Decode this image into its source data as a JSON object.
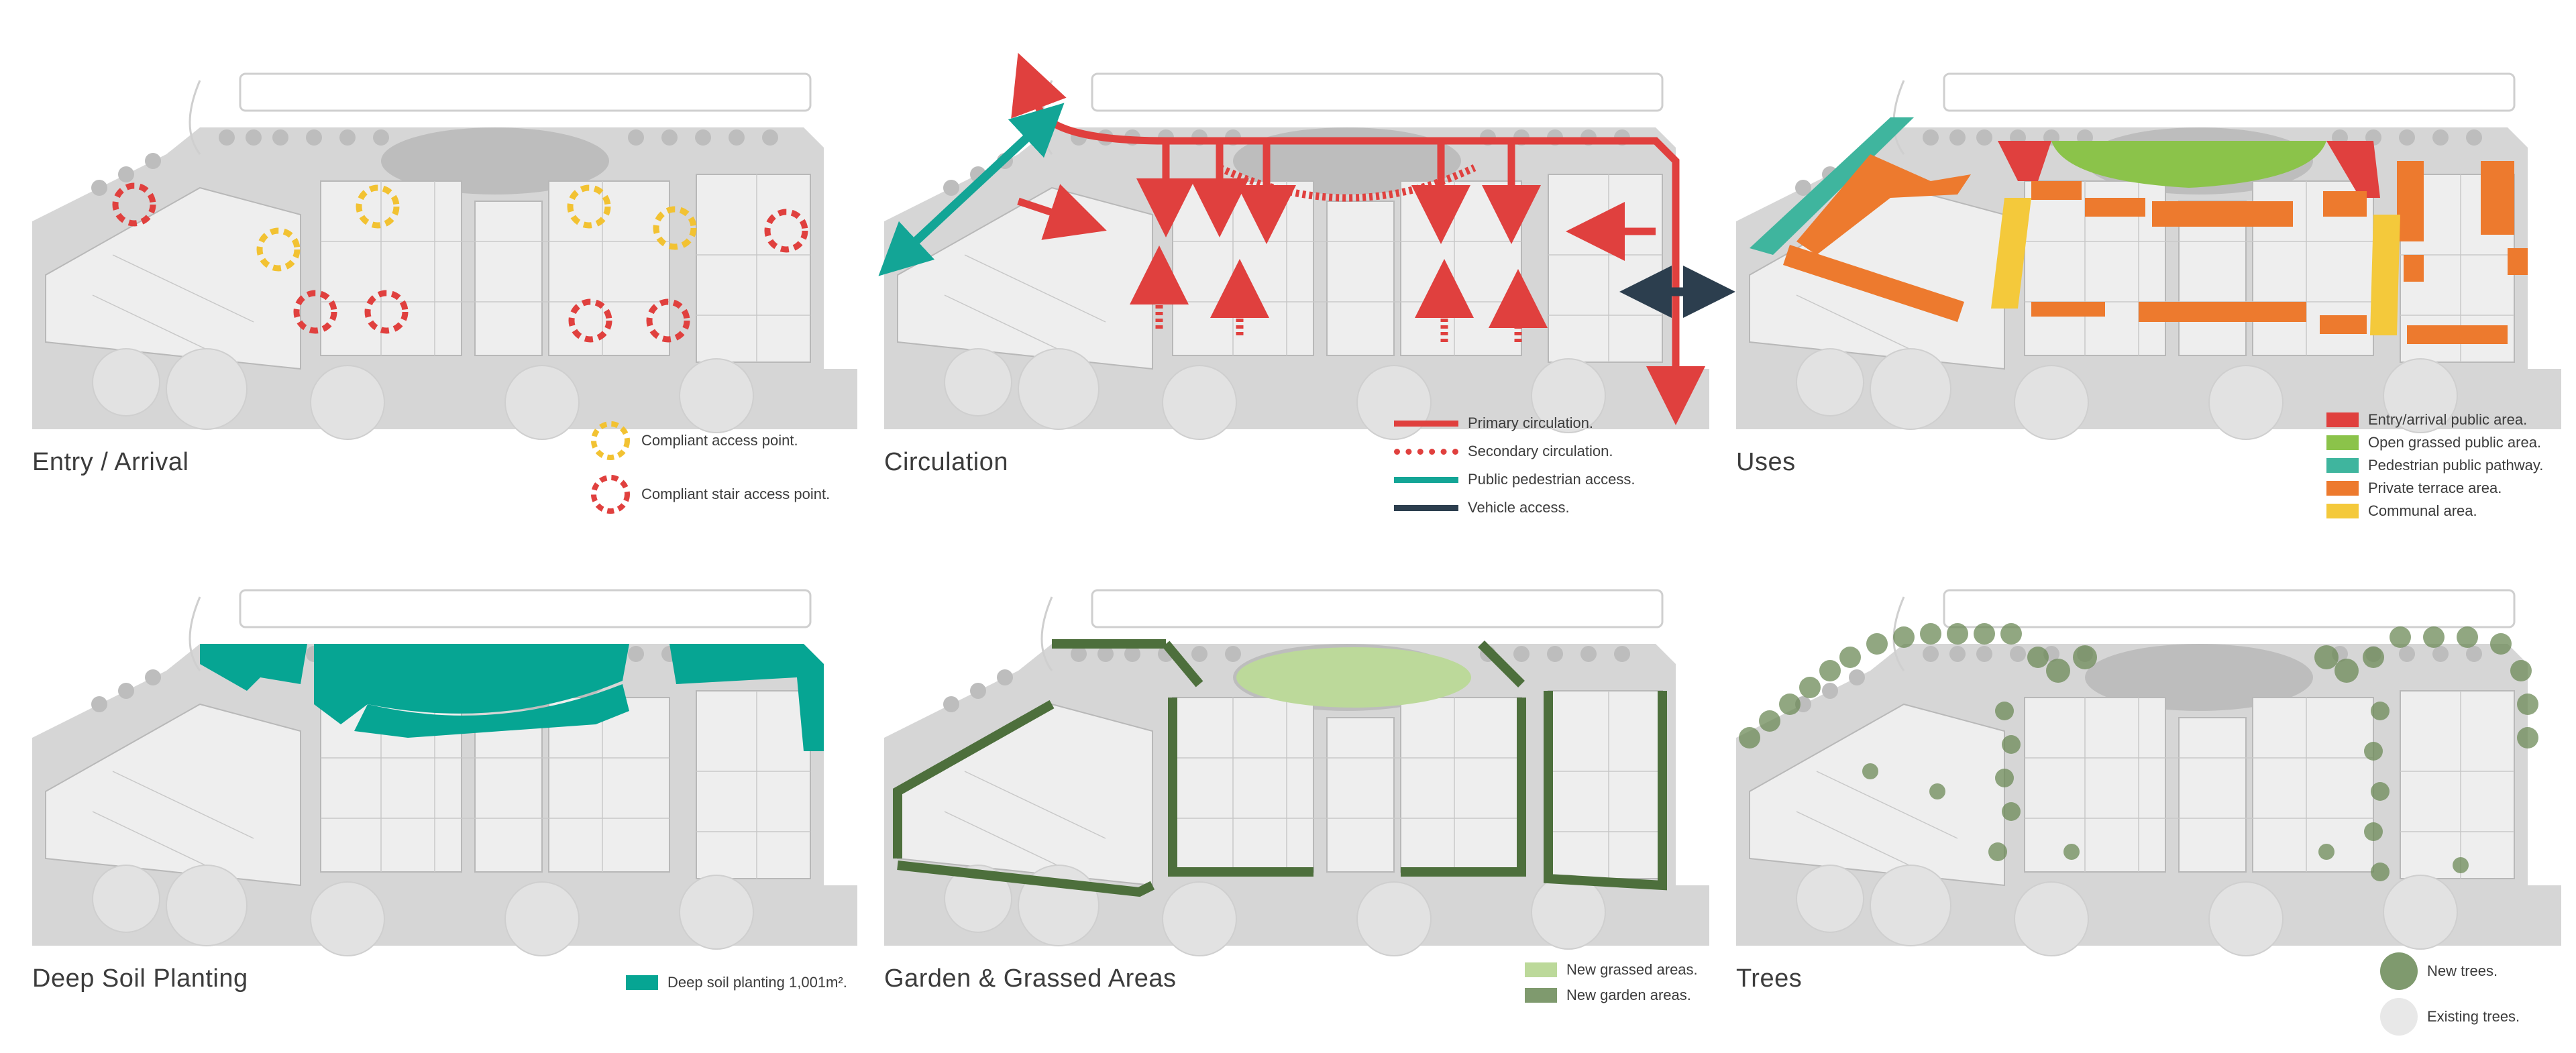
{
  "panels": [
    {
      "key": "entry",
      "title": "Entry / Arrival",
      "legend": [
        {
          "label": "Compliant access point.",
          "symbol": "dashed-circle",
          "color": "#f2c232"
        },
        {
          "label": "Compliant stair access point.",
          "symbol": "dashed-circle",
          "color": "#e0403e"
        }
      ]
    },
    {
      "key": "circulation",
      "title": "Circulation",
      "legend": [
        {
          "label": "Primary circulation.",
          "symbol": "line",
          "color": "#e0403e"
        },
        {
          "label": "Secondary circulation.",
          "symbol": "dotted-line",
          "color": "#e0403e"
        },
        {
          "label": "Public pedestrian access.",
          "symbol": "line",
          "color": "#13a596"
        },
        {
          "label": "Vehicle access.",
          "symbol": "line",
          "color": "#2c3e4e"
        }
      ]
    },
    {
      "key": "uses",
      "title": "Uses",
      "legend": [
        {
          "label": "Entry/arrival public area.",
          "symbol": "swatch",
          "color": "#e0403e"
        },
        {
          "label": "Open grassed public area.",
          "symbol": "swatch",
          "color": "#8bc34a"
        },
        {
          "label": "Pedestrian public pathway.",
          "symbol": "swatch",
          "color": "#3fb59e"
        },
        {
          "label": "Private terrace area.",
          "symbol": "swatch",
          "color": "#ed7a2e"
        },
        {
          "label": "Communal area.",
          "symbol": "swatch",
          "color": "#f4c93b"
        }
      ]
    },
    {
      "key": "deepsoil",
      "title": "Deep Soil Planting",
      "legend": [
        {
          "label": "Deep soil planting 1,001m².",
          "symbol": "swatch",
          "color": "#06a593"
        }
      ]
    },
    {
      "key": "garden",
      "title": "Garden & Grassed Areas",
      "legend": [
        {
          "label": "New grassed areas.",
          "symbol": "swatch",
          "color": "#bcd99a"
        },
        {
          "label": "New garden areas.",
          "symbol": "swatch",
          "color": "#7f9a6e"
        }
      ]
    },
    {
      "key": "trees",
      "title": "Trees",
      "legend": [
        {
          "label": "New trees.",
          "symbol": "circle",
          "color": "#7f9a6e"
        },
        {
          "label": "Existing trees.",
          "symbol": "circle",
          "color": "#e8e8e8"
        }
      ]
    }
  ]
}
